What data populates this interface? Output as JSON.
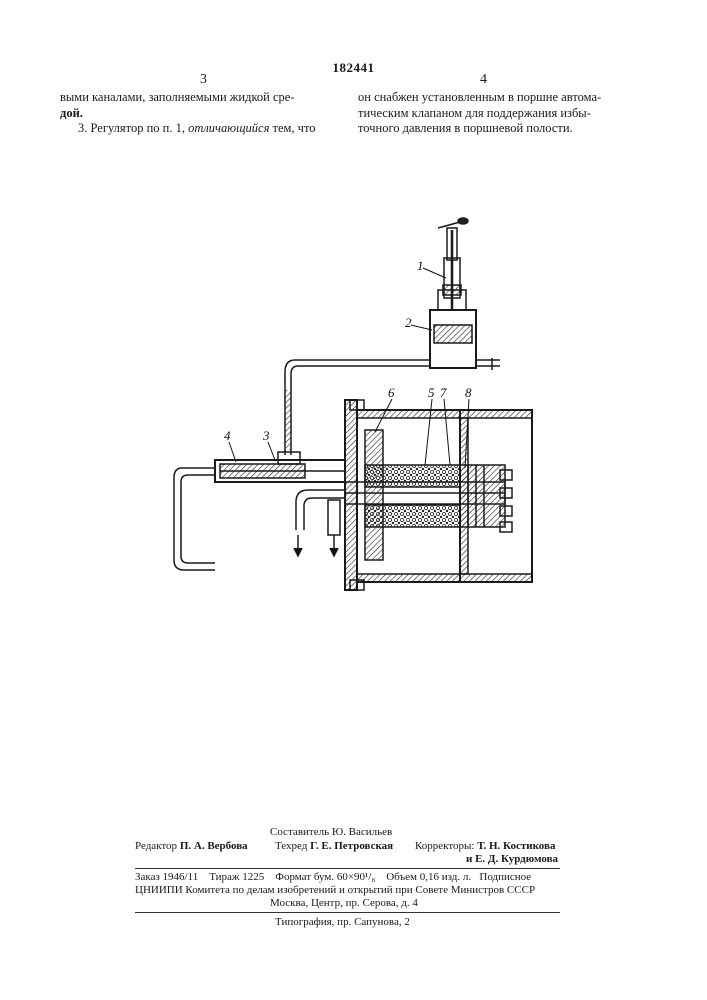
{
  "header": {
    "patent_number": "182441",
    "col_left_number": "3",
    "col_right_number": "4"
  },
  "left_column": {
    "line1": "выми каналами, заполняемыми жидкой сре-",
    "line2": "дой.",
    "claim3_num": "3. Регулятор по п. 1, ",
    "claim3_italic": "отличающийся",
    "claim3_rest": " тем, что"
  },
  "right_column": {
    "line1": "он снабжен установленным в поршне автома-",
    "line2": "тическим клапаном для поддержания избы-",
    "line3": "точного давления в поршневой полости."
  },
  "figure": {
    "labels": [
      "1",
      "2",
      "3",
      "4",
      "5",
      "6",
      "7",
      "8"
    ]
  },
  "footer": {
    "compiler": "Составитель Ю. Васильев",
    "editor_label": "Редактор ",
    "editor_name": "П. А. Вербова",
    "techred_label": "Техред ",
    "techred_name": "Г. Е. Петровская",
    "correctors_label": "Корректоры: ",
    "corrector1": "Т. Н. Костикова",
    "corrector2": "и Е. Д. Курдюмова",
    "order_line": "Заказ 1946/11    Тираж 1225    Формат бум. 60×90¹/₈    Объем 0,16 изд. л.   Подписное",
    "org_line": "ЦНИИПИ Комитета по делам изобретений и открытий при Совете Министров СССР",
    "address_line": "Москва, Центр, пр. Серова, д. 4",
    "printing_line": "Типография, пр. Сапунова, 2"
  }
}
